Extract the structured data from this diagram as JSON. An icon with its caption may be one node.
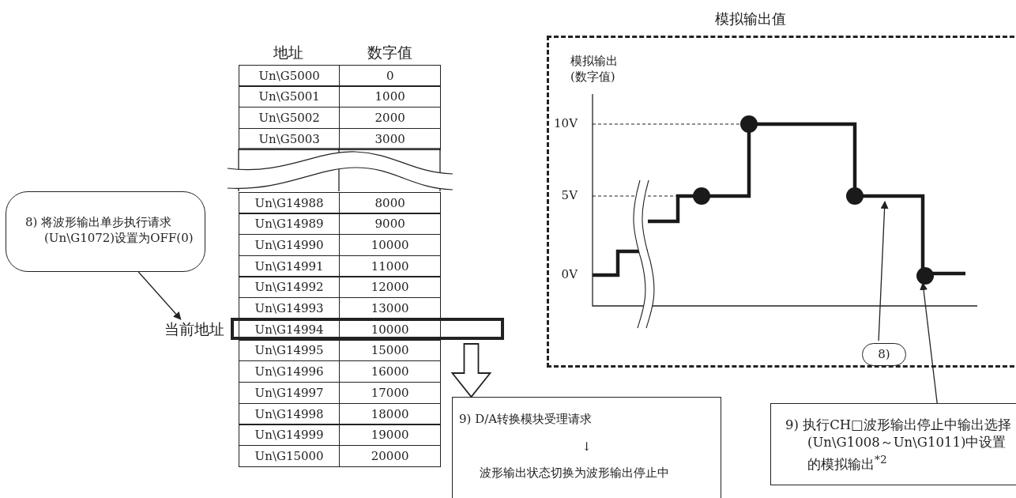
{
  "diagram": {
    "nodes": [
      {
        "text": [
          "8) 将波形输出单步执行请求(Un\\G1072)设置为OFF(0)"
        ]
      },
      {
        "text": [
          "当前地址"
        ]
      },
      {
        "text": [],
        "shape": "box"
      },
      {
        "text": [
          "9) D/A转换模块受理请求",
          "↓",
          "波形输出状态切换为波形输出停止中"
        ]
      },
      {
        "text": [
          "模拟输出值"
        ]
      },
      {
        "text": [
          "8)"
        ],
        "in": 4
      },
      {
        "text": [
          "9) 执行CH□波形输出停止中输出选择(Un\\G1008～Un\\G1011)中设置的模拟输出$^{*2}$"
        ]
      },
      {
        "text": [],
        "shape": "circle",
        "in": 4
      }
    ],
    "edges": [
      {
        "from": 0,
        "to": 1,
        "arrow": "to"
      },
      {
        "from": 2,
        "to": 3,
        "arrow": "to",
        "style": "thick"
      },
      {
        "from": 5,
        "to": null,
        "arrow": "to"
      },
      {
        "from": 6,
        "to": 7,
        "arrow": "to"
      }
    ],
    "labels": [
      "地址",
      "数字值",
      "Un\\G5000",
      "0",
      "Un\\G5001",
      "1000",
      "Un\\G5002",
      "2000",
      "Un\\G5003",
      "3000",
      "Un\\G14988",
      "8000",
      "Un\\G14989",
      "9000",
      "Un\\G14990",
      "10000",
      "Un\\G14991",
      "11000",
      "Un\\G14992",
      "12000",
      "Un\\G14993",
      "13000",
      "Un\\G14994",
      "10000",
      "Un\\G14995",
      "15000",
      "Un\\G14996",
      "16000",
      "Un\\G14997",
      "17000",
      "Un\\G14998",
      "18000",
      "Un\\G14999",
      "19000",
      "Un\\G15000",
      "20000",
      "模拟输出 (数字值)",
      "10V",
      "5V",
      "0V"
    ]
  }
}
